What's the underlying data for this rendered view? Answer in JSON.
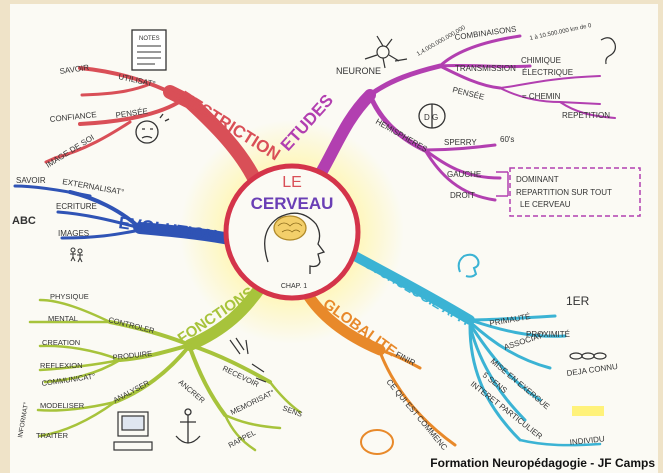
{
  "center": {
    "line1": "LE",
    "line2": "CERVEAU",
    "chapter": "CHAP. 1"
  },
  "branches": {
    "restriction": {
      "label": "RESTRICTION",
      "color": "#d94f57",
      "items": [
        "UTILISAT°",
        "SAVOIR",
        "CONFIANCE",
        "PENSÉE",
        "IMAGE DE SOI",
        "NOTES"
      ]
    },
    "etudes": {
      "label": "ETUDES",
      "color": "#b23fb0",
      "items": [
        "NEURONE",
        "COMBINAISONS",
        "TRANSMISSION",
        "CHIMIQUE",
        "ÉLECTRIQUE",
        "PENSÉE",
        "= CHEMIN",
        "REPETITION",
        "HEMISPHERES",
        "SPERRY",
        "60's",
        "GAUCHE",
        "DROIT",
        "1,4.000.000.000.000",
        "1 à 10.500.000 km de 0"
      ],
      "note": [
        "DOMINANT",
        "REPARTITION SUR TOUT",
        "LE CERVEAU"
      ]
    },
    "evolution": {
      "label": "EVOLUTION",
      "color": "#2f53b5",
      "items": [
        "SAVOIR",
        "EXTERNALISAT°",
        "ECRITURE",
        "IMAGES",
        "ABC"
      ]
    },
    "fonctions": {
      "label": "FONCTIONS",
      "color": "#a7c33b",
      "items": [
        "PHYSIQUE",
        "MENTAL",
        "CONTROLER",
        "CREATION",
        "REFLEXION",
        "PRODUIRE",
        "COMMUNICAT°",
        "ANALYSER",
        "MODELISER",
        "TRAITER",
        "INFORMAT°",
        "RECEVOIR",
        "SENS",
        "ANCRER",
        "MEMORISAT°",
        "RAPPEL"
      ]
    },
    "globalite": {
      "label": "GLOBALITE",
      "color": "#e8892a",
      "items": [
        "FINIR",
        "CE QUI EST COMMENC"
      ]
    },
    "psychologie": {
      "label": "PSYCHOLOGIE APP.",
      "color": "#3bb3d4",
      "items": [
        "PRIMAUTÉ",
        "1ER",
        "PROXIMITÉ",
        "ASSOCIAT°",
        "DEJA CONNU",
        "MISE EN EXERGUE",
        "5 SENS",
        "INTERET PARTICULIER",
        "INDIVIDU"
      ]
    }
  },
  "credit": "Formation Neuropédagogie - JF Camps"
}
